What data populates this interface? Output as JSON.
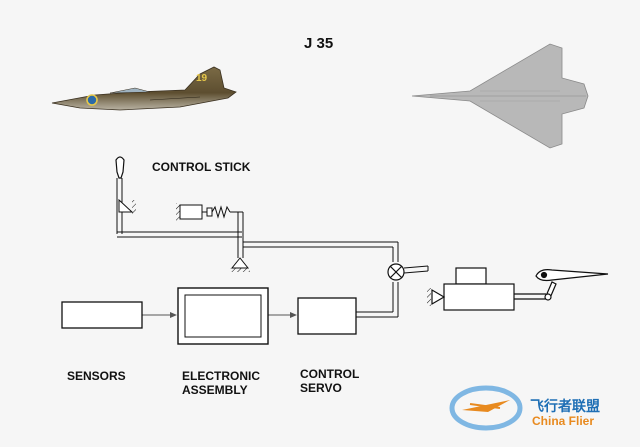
{
  "diagram": {
    "title": "J 35",
    "labels": {
      "control_stick": "CONTROL STICK",
      "sensors": "SENSORS",
      "electronic_line1": "ELECTRONIC",
      "electronic_line2": "ASSEMBLY",
      "servo_line1": "CONTROL",
      "servo_line2": "SERVO"
    },
    "aircraft": {
      "side_view_marking": "19"
    }
  },
  "watermark": {
    "cn": "飞行者联盟",
    "en": "China Flier"
  },
  "colors": {
    "line": "#111111",
    "background": "#f6f6f6",
    "aircraft_side": "#6b5a3a",
    "aircraft_top": "#b8b8b8",
    "watermark": "#1f6fb5",
    "watermark_accent": "#e88a1f"
  }
}
